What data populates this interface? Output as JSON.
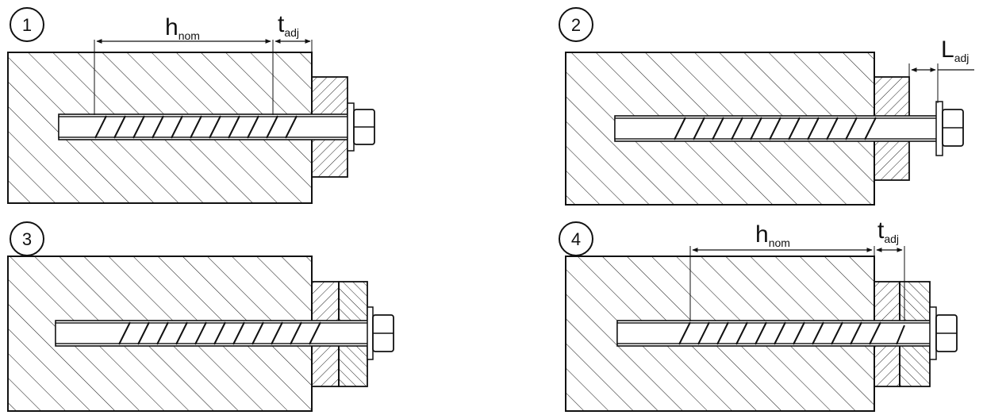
{
  "panels": [
    {
      "step": "1",
      "dim_a": {
        "main": "h",
        "sub": "nom"
      },
      "dim_b": {
        "main": "t",
        "sub": "adj"
      }
    },
    {
      "step": "2",
      "dim_c": {
        "main": "L",
        "sub": "adj"
      }
    },
    {
      "step": "3"
    },
    {
      "step": "4",
      "dim_a": {
        "main": "h",
        "sub": "nom"
      },
      "dim_b": {
        "main": "t",
        "sub": "adj"
      }
    }
  ]
}
